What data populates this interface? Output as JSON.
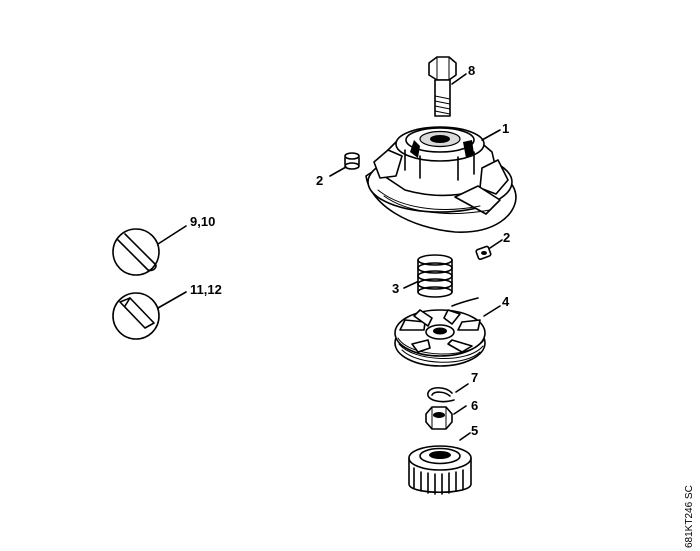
{
  "labels": {
    "p1": "1",
    "p2a": "2",
    "p2b": "2",
    "p3": "3",
    "p4": "4",
    "p5": "5",
    "p6": "6",
    "p7": "7",
    "p8": "8",
    "l910": "9,10",
    "l1112": "11,12"
  },
  "drawing_code": "681KT246 SC"
}
